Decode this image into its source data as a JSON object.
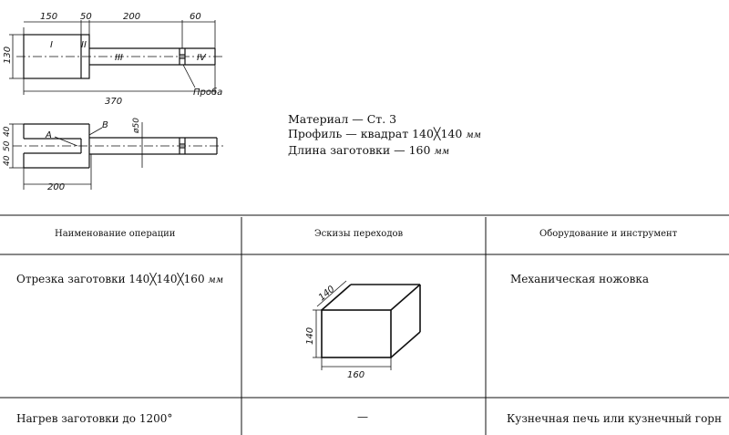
{
  "spec": {
    "material": "Материал — Ст. 3",
    "profile": "Профиль — квадрат 140╳140",
    "profile_unit": "мм",
    "length": "Длина заготовки — 160",
    "length_unit": "мм"
  },
  "drawing_top": {
    "dims": [
      "150",
      "50",
      "200",
      "60",
      "130",
      "370"
    ],
    "sections": [
      "I",
      "II",
      "III",
      "IV"
    ],
    "sample_label": "Проба"
  },
  "drawing_bottom": {
    "dims": [
      "40",
      "50",
      "40",
      "200",
      "ø50"
    ],
    "labels": [
      "А",
      "В"
    ]
  },
  "table": {
    "headers": [
      "Наименование операции",
      "Эскизы переходов",
      "Оборудование и инструмент"
    ],
    "rows": [
      {
        "operation": "Отрезка заготовки 140╳140╳160",
        "operation_unit": "мм",
        "sketch_dims": [
          "140",
          "140",
          "160"
        ],
        "equipment": "Механическая ножовка"
      },
      {
        "operation": "Нагрев заготовки до 1200°",
        "sketch": "—",
        "equipment": "Кузнечная печь или кузнечный горн"
      }
    ]
  }
}
